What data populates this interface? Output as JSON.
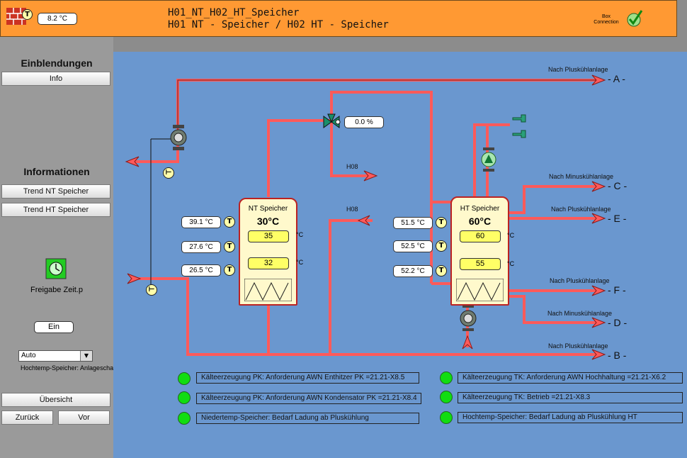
{
  "header": {
    "outdoor_temp": "8.2 °C",
    "title_line1": "H01_NT_H02_HT_Speicher",
    "title_line2": "H01 NT - Speicher / H02 HT - Speicher",
    "box_connection": "Box\nConnection",
    "colors": {
      "header_bg": "#ff9933",
      "ok": "#22cc22"
    }
  },
  "sidebar": {
    "einblendungen_title": "Einblendungen",
    "info_button": "Info",
    "informationen_title": "Informationen",
    "trend_nt_button": "Trend NT Speicher",
    "trend_ht_button": "Trend HT Speicher",
    "freigabe_label": "Freigabe Zeit.p",
    "ein_button": "Ein",
    "mode_select": "Auto",
    "mode_caption": "Hochtemp-Speicher: Anlageschalter Software",
    "uebersicht_button": "Übersicht",
    "zurueck_button": "Zurück",
    "vor_button": "Vor"
  },
  "schematic": {
    "valve_position": "0.0 %",
    "h08_label_top": "H08",
    "h08_label_mid": "H08",
    "nt_tank": {
      "name": "NT Speicher",
      "temp": "30°C",
      "setpoint_upper": "35",
      "setpoint_lower": "32",
      "unit": "°C",
      "sensors": [
        "39.1 °C",
        "27.6 °C",
        "26.5 °C"
      ]
    },
    "ht_tank": {
      "name": "HT Speicher",
      "temp": "60°C",
      "setpoint_upper": "60",
      "setpoint_lower": "55",
      "unit": "°C",
      "sensors": [
        "51.5 °C",
        "52.5 °C",
        "52.2 °C"
      ]
    },
    "outlets": [
      {
        "label": "Nach Pluskühlanlage",
        "letter": "- A -"
      },
      {
        "label": "Nach Minuskühlanlage",
        "letter": "- C -"
      },
      {
        "label": "Nach Pluskühlanlage",
        "letter": "- E -"
      },
      {
        "label": "Nach Pluskühlanlage",
        "letter": "- F -"
      },
      {
        "label": "Nach Minuskühlanlage",
        "letter": "- D -"
      },
      {
        "label": "Nach Pluskühlanlage",
        "letter": "- B -"
      }
    ]
  },
  "status_left": [
    "Kälteerzeugung PK: Anforderung AWN Enthitzer PK =21.21-X8.5",
    "Kälteerzeugung PK: Anforderung AWN Kondensator PK =21.21-X8.4",
    "Niedertemp-Speicher: Bedarf Ladung ab Pluskühlung"
  ],
  "status_right": [
    "Kälteerzeugung TK: Anforderung AWN Hochhaltung =21.21-X6.2",
    "Kälteerzeugung TK: Betrieb =21.21-X8.3",
    "Hochtemp-Speicher: Bedarf Ladung ab Pluskühlung HT"
  ],
  "icons": {
    "thermometer": "T",
    "pipe_color": "#ff5a5a"
  }
}
